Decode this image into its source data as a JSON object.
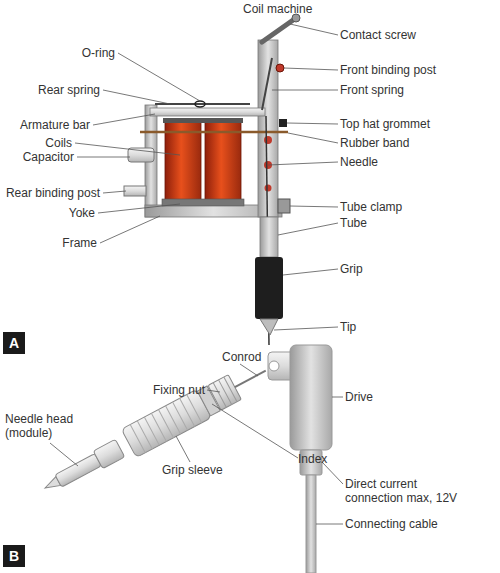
{
  "diagram": {
    "nodes": [
      {
        "text": [
          "A"
        ]
      },
      {
        "text": [
          "B"
        ]
      }
    ],
    "labels": [
      "Coil machine",
      "Contact screw",
      "O-ring",
      "Front binding post",
      "Rear spring",
      "Front spring",
      "Armature bar",
      "Top hat grommet",
      "Coils",
      "Rubber band",
      "Capacitor",
      "Needle",
      "Rear binding post",
      "Tube clamp",
      "Yoke",
      "Tube",
      "Frame",
      "Grip",
      "Tip",
      "Conrod",
      "Fixing nut",
      "Drive",
      "Needle head (module)",
      "Grip sleeve",
      "Index",
      "Direct current connection max, 12V",
      "Connecting cable"
    ]
  }
}
